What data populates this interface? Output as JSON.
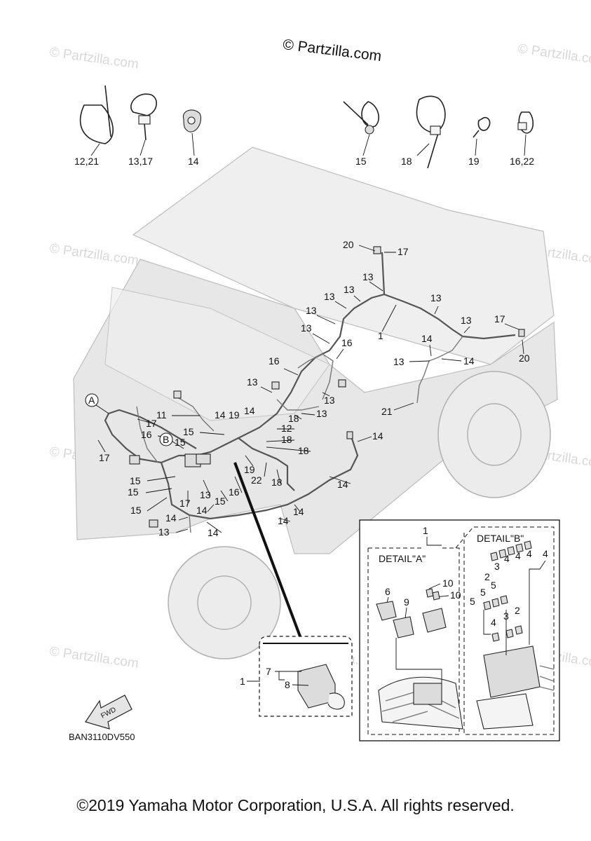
{
  "watermark": {
    "main": "© Partzilla.com",
    "faint": "© Partzilla.com"
  },
  "diagram_code": "BAN3110DV550",
  "copyright": "©2019 Yamaha Motor Corporation, U.S.A. All rights reserved.",
  "fwd_label": "FWD",
  "detail_labels": {
    "a": "DETAIL\"A\"",
    "b": "DETAIL\"B\""
  },
  "circle_labels": {
    "a": "A",
    "b": "B"
  },
  "top_parts": [
    {
      "label": "12,21",
      "icon": "cable-tie-loop-icon"
    },
    {
      "label": "13,17",
      "icon": "cable-tie-clamp-icon"
    },
    {
      "label": "14",
      "icon": "wire-clip-icon"
    },
    {
      "label": "15",
      "icon": "cable-tie-band-icon"
    },
    {
      "label": "18",
      "icon": "long-cable-tie-icon"
    },
    {
      "label": "19",
      "icon": "small-clamp-icon"
    },
    {
      "label": "16,22",
      "icon": "loop-clamp-icon"
    }
  ],
  "callouts": {
    "c20a": "20",
    "c17a": "17",
    "c13a": "13",
    "c13b": "13",
    "c13c": "13",
    "c13d": "13",
    "c1main": "1",
    "c13e": "13",
    "c13f": "13",
    "c17b": "17",
    "c14a": "14",
    "c20b": "20",
    "c13g": "13",
    "c14b": "14",
    "c16a": "16",
    "c16b": "16",
    "c13h": "13",
    "c13i": "13",
    "c13j": "13",
    "c21": "21",
    "c11": "11",
    "c14c": "14",
    "c19a": "19",
    "c14d": "14",
    "c17c": "17",
    "c18a": "18",
    "c15a": "15",
    "c12": "12",
    "c18b": "18",
    "c15b": "15",
    "c18c": "18",
    "c17d": "17",
    "c16c": "16",
    "c14e": "14",
    "c15c": "15",
    "c19b": "19",
    "c22": "22",
    "c18d": "18",
    "c13k": "13",
    "c15d": "15",
    "c16d": "16",
    "c14f": "14",
    "c15e": "15",
    "c15f": "15",
    "c17e": "17",
    "c14g": "14",
    "c14h": "14",
    "c13l": "13",
    "c14i": "14",
    "c14j": "14",
    "inset1": "1",
    "inset7": "7",
    "inset8": "8",
    "d1": "1",
    "d6": "6",
    "d9": "9",
    "d10a": "10",
    "d10b": "10",
    "d2a": "2",
    "d3a": "3",
    "d4a": "4",
    "d4b": "4",
    "d4c": "4",
    "d5a": "5",
    "d5b": "5",
    "d5c": "5",
    "d4d": "4",
    "d3b": "3",
    "d2b": "2"
  }
}
